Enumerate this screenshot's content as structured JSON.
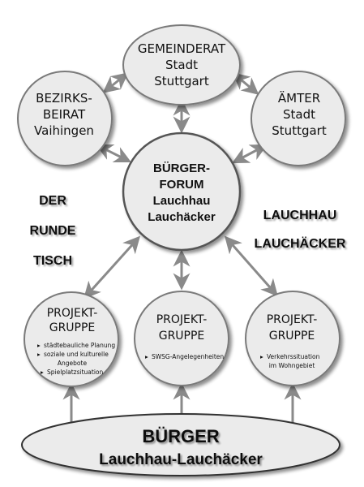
{
  "colors": {
    "circle_fill": "#ebebeb",
    "stroke": "#7a7a7a",
    "arrow": "#8a8a8a",
    "text": "#111111"
  },
  "nodes": {
    "gemeinderat": {
      "lines": [
        "GEMEINDERAT",
        "Stadt",
        "Stuttgart"
      ]
    },
    "bezirksbeirat": {
      "lines": [
        "BEZIRKS-",
        "BEIRAT",
        "Vaihingen"
      ]
    },
    "aemter": {
      "lines": [
        "ÄMTER",
        "Stadt",
        "Stuttgart"
      ]
    },
    "forum": {
      "lines": [
        "BÜRGER-",
        "FORUM",
        "Lauchhau",
        "Lauchäcker"
      ]
    },
    "projekt1": {
      "title": [
        "PROJEKT-",
        "GRUPPE"
      ],
      "items": [
        "städtebauliche Planung",
        "soziale und kulturelle",
        "Angebote",
        "Spielplatzsituation"
      ]
    },
    "projekt2": {
      "title": [
        "PROJEKT-",
        "GRUPPE"
      ],
      "items": [
        "SWSG-Angelegenheiten"
      ]
    },
    "projekt3": {
      "title": [
        "PROJEKT-",
        "GRUPPE"
      ],
      "items": [
        "Verkehrssituation",
        "im Wohngebiet"
      ]
    },
    "buerger": {
      "lines": [
        "BÜRGER",
        "Lauchhau-Lauchäcker"
      ]
    }
  },
  "side_labels": {
    "left": [
      "DER",
      "RUNDE",
      "TISCH"
    ],
    "right": [
      "LAUCHHAU",
      "LAUCHÄCKER"
    ]
  }
}
